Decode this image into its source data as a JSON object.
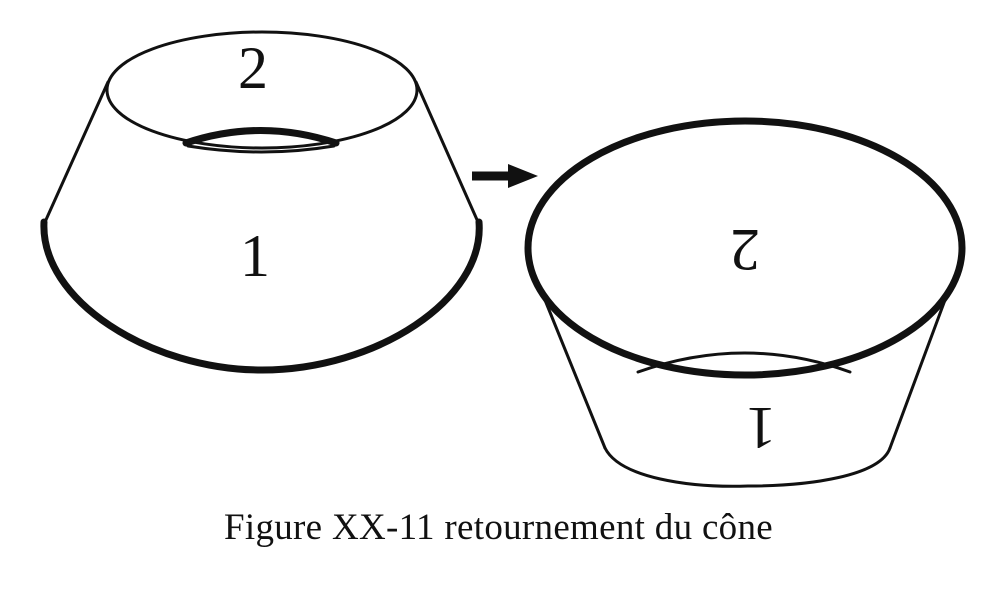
{
  "diagram": {
    "left_cone": {
      "top_label": "2",
      "side_label": "1"
    },
    "right_cone": {
      "inner_label": "2",
      "side_label": "1"
    },
    "caption": "Figure XX-11 retournement du cône",
    "colors": {
      "ink": "#111111",
      "background": "#ffffff"
    },
    "icons": [
      "right-arrow-icon"
    ]
  }
}
